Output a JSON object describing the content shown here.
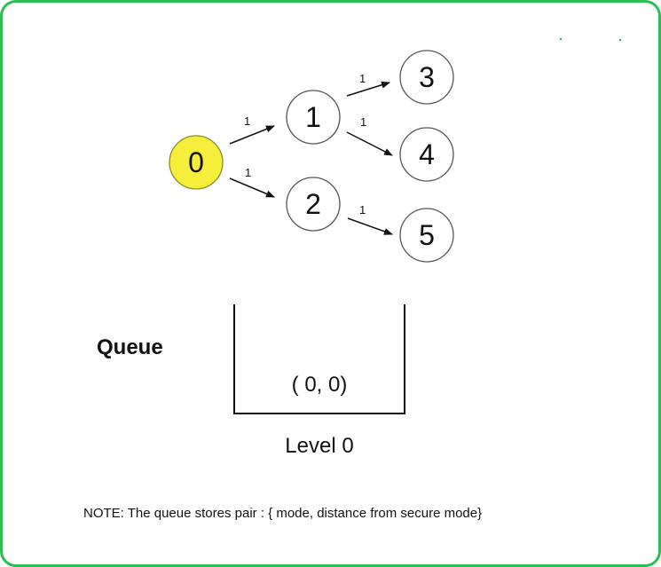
{
  "graph": {
    "nodes": [
      {
        "id": "0",
        "label": "0",
        "start": true
      },
      {
        "id": "1",
        "label": "1",
        "start": false
      },
      {
        "id": "2",
        "label": "2",
        "start": false
      },
      {
        "id": "3",
        "label": "3",
        "start": false
      },
      {
        "id": "4",
        "label": "4",
        "start": false
      },
      {
        "id": "5",
        "label": "5",
        "start": false
      }
    ],
    "edges": [
      {
        "from": "0",
        "to": "1",
        "weight": "1"
      },
      {
        "from": "0",
        "to": "2",
        "weight": "1"
      },
      {
        "from": "1",
        "to": "3",
        "weight": "1"
      },
      {
        "from": "1",
        "to": "4",
        "weight": "1"
      },
      {
        "from": "2",
        "to": "5",
        "weight": "1"
      }
    ],
    "colors": {
      "start_node_fill": "#f5ee3b",
      "node_fill": "#ffffff",
      "frame_border": "#2bbf4f"
    }
  },
  "queue": {
    "title": "Queue",
    "entries": [
      "( 0, 0)"
    ],
    "level_label": "Level 0"
  },
  "note": "NOTE: The queue stores pair : { mode, distance from secure mode}"
}
